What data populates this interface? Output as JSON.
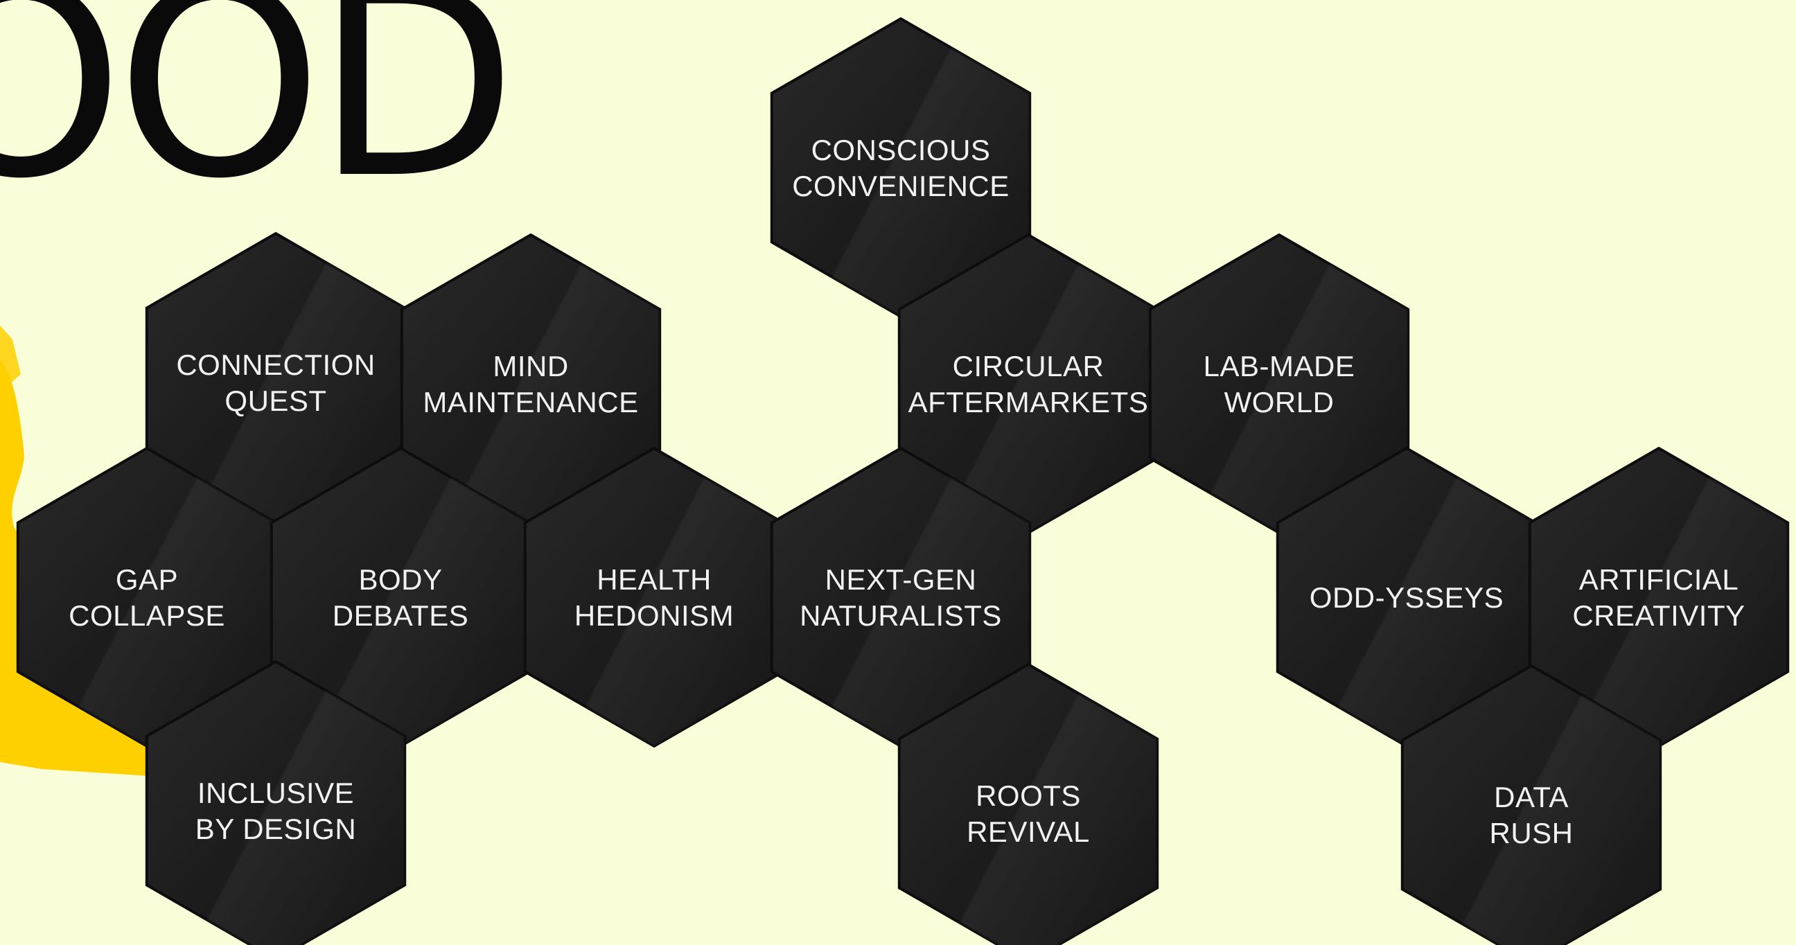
{
  "headline": "OOD",
  "colors": {
    "background": "#fafed8",
    "hexagon": "#1c1c1c",
    "hexagon_text": "#f2f2f2",
    "accent_yellow": "#ffd000"
  },
  "hexagons": [
    {
      "id": "conscious-convenience",
      "lines": [
        "CONSCIOUS",
        "CONVENIENCE"
      ]
    },
    {
      "id": "connection-quest",
      "lines": [
        "CONNECTION",
        "QUEST"
      ]
    },
    {
      "id": "mind-maintenance",
      "lines": [
        "MIND",
        "MAINTENANCE"
      ]
    },
    {
      "id": "circular-aftermarkets",
      "lines": [
        "CIRCULAR",
        "AFTERMARKETS"
      ]
    },
    {
      "id": "lab-made-world",
      "lines": [
        "LAB-MADE",
        "WORLD"
      ]
    },
    {
      "id": "gap-collapse",
      "lines": [
        "GAP",
        "COLLAPSE"
      ]
    },
    {
      "id": "body-debates",
      "lines": [
        "BODY",
        "DEBATES"
      ]
    },
    {
      "id": "health-hedonism",
      "lines": [
        "HEALTH",
        "HEDONISM"
      ]
    },
    {
      "id": "next-gen-naturalists",
      "lines": [
        "NEXT-GEN",
        "NATURALISTS"
      ]
    },
    {
      "id": "odd-ysseys",
      "lines": [
        "ODD-YSSEYS"
      ]
    },
    {
      "id": "artificial-creativity",
      "lines": [
        "ARTIFICIAL",
        "CREATIVITY"
      ]
    },
    {
      "id": "inclusive-by-design",
      "lines": [
        "INCLUSIVE",
        "BY DESIGN"
      ]
    },
    {
      "id": "roots-revival",
      "lines": [
        "ROOTS",
        "REVIVAL"
      ]
    },
    {
      "id": "data-rush",
      "lines": [
        "DATA",
        "RUSH"
      ]
    }
  ]
}
